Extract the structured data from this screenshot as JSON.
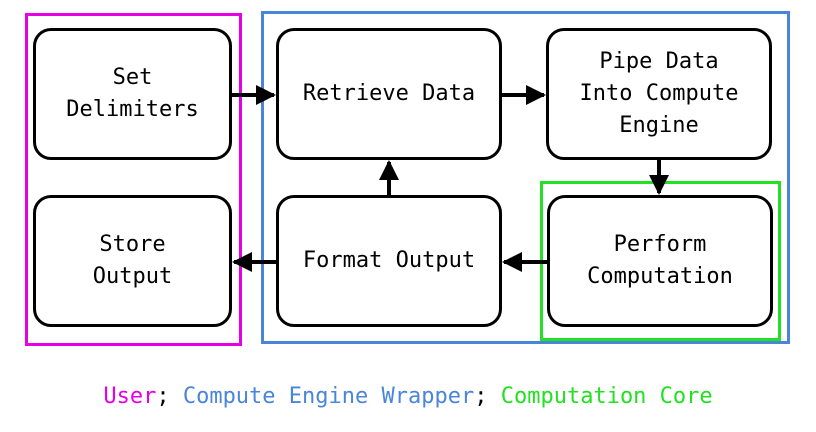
{
  "nodes": {
    "set_delimiters": "Set\nDelimiters",
    "retrieve_data": "Retrieve Data",
    "pipe_data": "Pipe Data\nInto Compute\nEngine",
    "store_output": "Store\nOutput",
    "format_output": "Format Output",
    "perform_computation": "Perform\nComputation"
  },
  "legend": {
    "user": "User",
    "wrapper": "Compute Engine Wrapper",
    "core": "Computation Core",
    "separator": "; "
  },
  "colors": {
    "user": "#e600e6",
    "wrapper": "#4a86d8",
    "core": "#22e022",
    "box_border": "#000000"
  }
}
